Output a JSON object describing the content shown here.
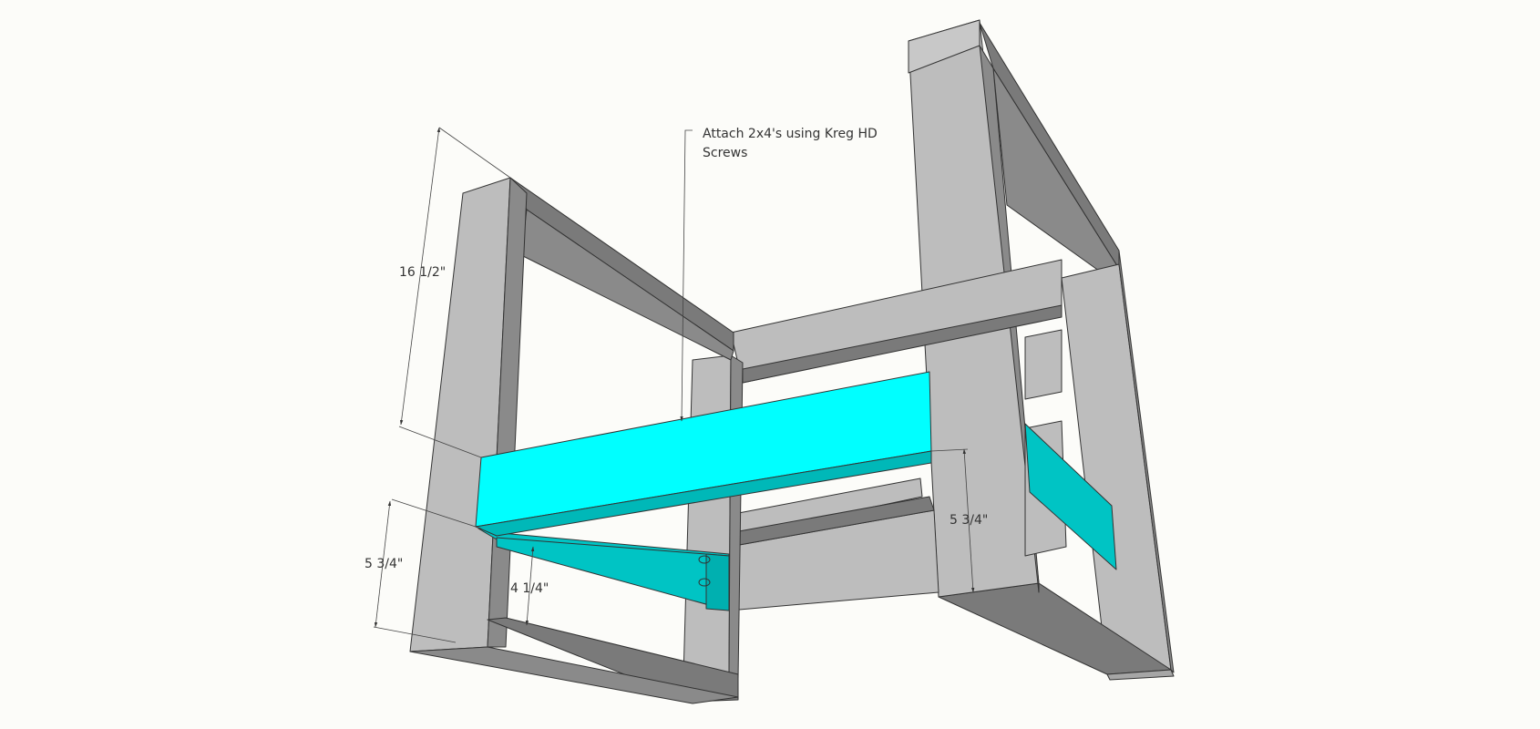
{
  "note": {
    "line1": "Attach 2x4's using Kreg HD",
    "line2": "Screws"
  },
  "dimensions": {
    "height_total": "16 1/2\"",
    "front_rail_height": "5 3/4\"",
    "lower_offset": "4 1/4\"",
    "back_rail_height": "5 3/4\""
  },
  "colors": {
    "background": "#fcfcf9",
    "wood_light": "#bdbdbd",
    "wood_mid": "#a6a6a6",
    "wood_dark": "#7a7a7a",
    "highlight_face": "#00ffff",
    "highlight_side": "#00c4c4",
    "edge": "#333333"
  }
}
